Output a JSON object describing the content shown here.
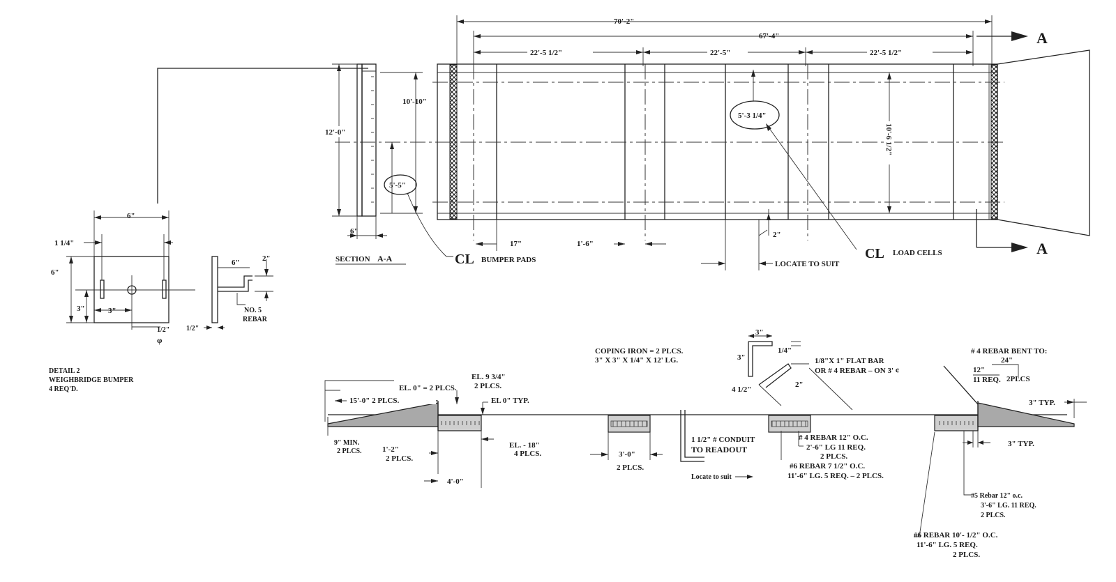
{
  "plan": {
    "overall_length": "70'-2\"",
    "scale_length": "67'-4\"",
    "seg_left": "22'-5 1/2\"",
    "seg_mid": "22'-5\"",
    "seg_right": "22'-5 1/2\"",
    "width_outer": "12'-0\"",
    "width_inner": "10'-10\"",
    "width_right": "10'-6 1/2\"",
    "pad_callout": "5'-5\"",
    "loadcell_callout": "5'-3 1/4\"",
    "dim_6": "6\"",
    "dim_17": "17\"",
    "dim_1_6": "1'-6\"",
    "dim_2": "2\"",
    "locate_to_suit": "LOCATE TO SUIT",
    "section_prefix": "SECTION",
    "section_letters": "A-A",
    "section_marker": "A",
    "cl_symbol": "CL",
    "bumper_pads": "BUMPER PADS",
    "load_cells": "LOAD CELLS"
  },
  "detail": {
    "width_6": "6\"",
    "dim_1_1_4": "1 1/4\"",
    "height_6": "6\"",
    "dim_3_vert": "3\"",
    "dim_3_horz": "3\"",
    "hole": "1/2\"",
    "phi": "φ",
    "side_6": "6\"",
    "side_2": "2\"",
    "side_half": "1/2\"",
    "rebar_no": "NO. 5",
    "rebar": "REBAR",
    "title1": "DETAIL  2",
    "title2": "WEIGHBRIDGE BUMPER",
    "title3": "4  REQ'D."
  },
  "foundation": {
    "el0_plcs": "EL. 0\" = 2 PLCS.",
    "el934": "EL. 9 3/4\"",
    "el934_plcs": "2 PLCS.",
    "ramp_len": "15'-0\" 2 PLCS.",
    "el0_typ": "EL 0\" TYP.",
    "min9": "9\" MIN.",
    "min9_plcs": "2 PLCS.",
    "d1_2": "1'-2\"",
    "d1_2_plcs": "2 PLCS.",
    "el18": "EL. - 18\"",
    "el18_plcs": "4 PLCS.",
    "d4_0": "4'-0\"",
    "d3_0": "3'-0\"",
    "d3_0_plcs": "2 PLCS.",
    "coping1": "COPING IRON = 2  PLCS.",
    "coping2": "3\" X 3\" X 1/4\"  X 12' LG.",
    "conduit1": "1 1/2\" # CONDUIT",
    "conduit2": "TO READOUT",
    "locate": "Locate to suit",
    "angle3": "3\"",
    "angle3v": "3\"",
    "angle14": "1/4\"",
    "angle412": "4 1/2\"",
    "angle2": "2\"",
    "flatbar1": "1/8\"X 1\"  FLAT BAR",
    "flatbar2": "OR # 4 REBAR – ON 3' ¢",
    "rebar4_1": "# 4  REBAR 12\"  O.C.",
    "rebar4_2": "2'-6\" LG  11 REQ.",
    "rebar4_3": "2 PLCS.",
    "rebar6_1": "#6 REBAR  7 1/2\" O.C.",
    "rebar6_2": "11'-6\"  LG.  5 REQ. – 2  PLCS.",
    "bent1": "# 4 REBAR  BENT TO:",
    "bent24": "24\"",
    "bent12": "12\"",
    "bent11": "11  REQ.",
    "bent2p": "2PLCS",
    "typ3a": "3\"  TYP.",
    "typ3b": "3\"  TYP.",
    "r5_1": "#5 Rebar  12\"  o.c.",
    "r5_2": "3'-6\" LG.   11 REQ.",
    "r5_3": "2 PLCS.",
    "r6b_1": "#6 REBAR  10'- 1/2\"  O.C.",
    "r6b_2": "11'-6\"  LG.  5  REQ.",
    "r6b_3": "2  PLCS."
  }
}
